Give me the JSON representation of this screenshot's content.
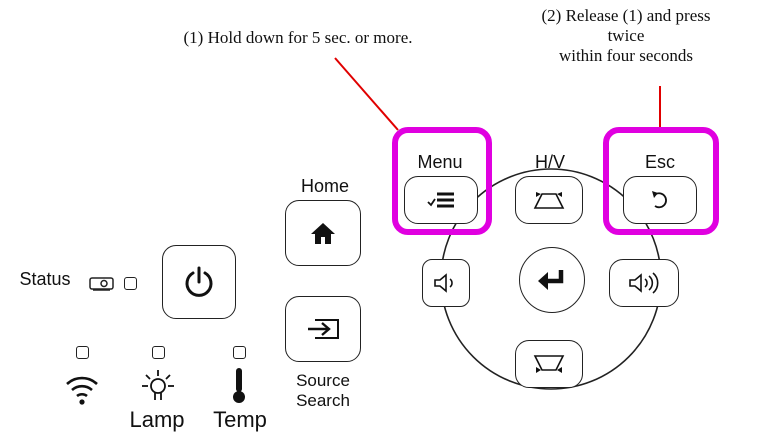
{
  "annotations": {
    "step1": "(1) Hold down for 5 sec. or more.",
    "step2_lines": [
      "(2) Release (1) and press",
      "twice",
      "within four seconds"
    ]
  },
  "labels": {
    "status": "Status",
    "home": "Home",
    "source_lines": [
      "Source",
      "Search"
    ],
    "menu": "Menu",
    "hv": "H/V",
    "esc": "Esc",
    "lamp": "Lamp",
    "temp": "Temp"
  },
  "icons": {
    "power": "power-icon",
    "home": "home-icon",
    "source": "source-search-icon",
    "menu": "menu-list-icon",
    "keystone_up": "keystone-top-icon",
    "keystone_down": "keystone-bottom-icon",
    "esc": "return-arrow-icon",
    "enter": "enter-icon",
    "vol_down": "volume-down-icon",
    "vol_up": "volume-up-icon",
    "wifi": "wifi-icon",
    "lamp": "lamp-icon",
    "temp": "thermometer-icon",
    "status": "projector-icon"
  },
  "colors": {
    "highlight": "#e000e0",
    "leader_line": "#e00000"
  }
}
